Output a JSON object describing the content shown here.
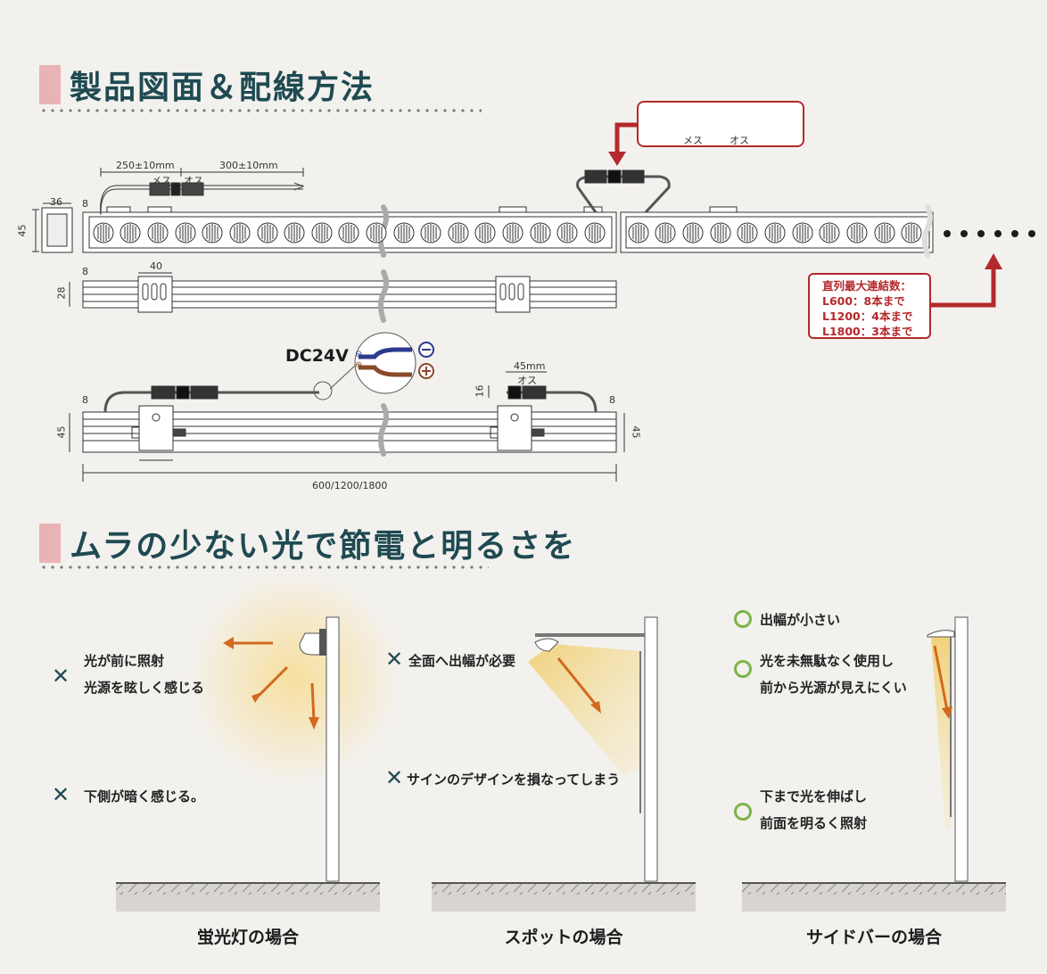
{
  "section1": {
    "title": "製品図面＆配線方法"
  },
  "section2": {
    "title": "ムラの少ない光で節電と明るさを"
  },
  "drawing": {
    "dim_250": "250±10mm",
    "dim_300": "300±10mm",
    "female": "メス",
    "male": "オス",
    "dim_36": "36",
    "dim_8": "8",
    "dim_45": "45",
    "dim_40": "40",
    "dim_28": "28",
    "dim_16": "16",
    "dim_45mm": "45mm",
    "length": "600/1200/1800",
    "dc": "DC24V",
    "minus": "⊖",
    "plus": "⊕"
  },
  "callout": {
    "female": "メス",
    "male": "オス"
  },
  "note": {
    "line1": "直列最大連結数：",
    "line2": "L600：8本まで",
    "line3": "L1200：4本まで",
    "line4": "L1800：3本まで"
  },
  "panels": {
    "fluorescent": {
      "caption": "蛍光灯の場合",
      "points": [
        {
          "mark": "✕",
          "lines": [
            "光が前に照射",
            "光源を眩しく感じる"
          ]
        },
        {
          "mark": "✕",
          "lines": [
            "下側が暗く感じる。"
          ]
        }
      ]
    },
    "spot": {
      "caption": "スポットの場合",
      "points": [
        {
          "mark": "✕",
          "lines": [
            "全面へ出幅が必要"
          ]
        },
        {
          "mark": "✕",
          "lines": [
            "サインのデザインを損なってしまう"
          ]
        }
      ]
    },
    "sidebar": {
      "caption": "サイドバーの場合",
      "points": [
        {
          "mark": "○",
          "lines": [
            "出幅が小さい"
          ]
        },
        {
          "mark": "○",
          "lines": [
            "光を未無駄なく使用し",
            "前から光源が見えにくい"
          ]
        },
        {
          "mark": "○",
          "lines": [
            "下まで光を伸ばし",
            "前面を明るく照射"
          ]
        }
      ]
    }
  },
  "colors": {
    "heading": "#1f4a52",
    "accent_pink": "#e9b3b6",
    "red": "#b3292c",
    "arrow_orange": "#d2691e",
    "ok_green": "#7db34a"
  }
}
